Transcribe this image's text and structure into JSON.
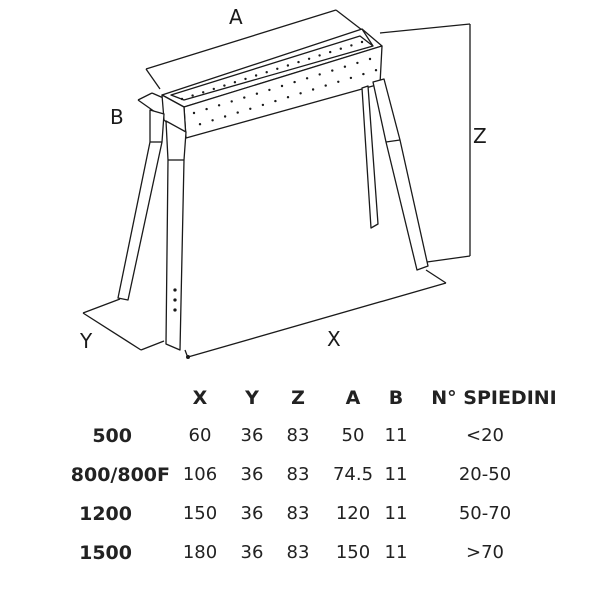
{
  "dimension_labels": {
    "a": "A",
    "b": "B",
    "x": "X",
    "y": "Y",
    "z": "Z"
  },
  "table": {
    "headers": [
      "",
      "X",
      "Y",
      "Z",
      "A",
      "B",
      "N° SPIEDINI"
    ],
    "rows": [
      {
        "model": "500",
        "x": "60",
        "y": "36",
        "z": "83",
        "a": "50",
        "b": "11",
        "spiedini": "<20"
      },
      {
        "model": "800/800F",
        "x": "106",
        "y": "36",
        "z": "83",
        "a": "74.5",
        "b": "11",
        "spiedini": "20-50"
      },
      {
        "model": "1200",
        "x": "150",
        "y": "36",
        "z": "83",
        "a": "120",
        "b": "11",
        "spiedini": "50-70"
      },
      {
        "model": "1500",
        "x": "180",
        "y": "36",
        "z": "83",
        "a": "150",
        "b": "11",
        "spiedini": ">70"
      }
    ]
  }
}
